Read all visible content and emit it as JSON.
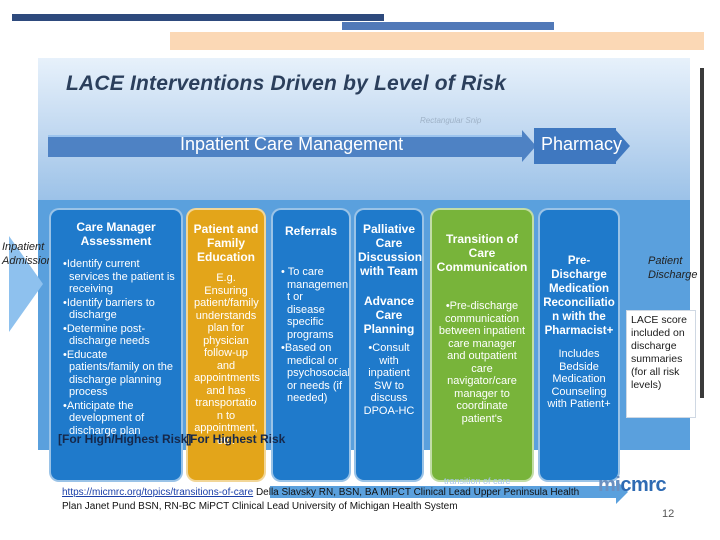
{
  "title": "LACE Interventions Driven by Level of Risk",
  "ghost_label": "Rectangular Snip",
  "arrows": {
    "main": "Inpatient Care Management",
    "pharmacy": "Pharmacy"
  },
  "side": {
    "left": "Inpatient Admission",
    "right": "Patient Discharge"
  },
  "note": "LACE score included on discharge summaries (for all risk levels)",
  "cards": {
    "care_manager": {
      "title": "Care Manager Assessment",
      "items": [
        "•Identify current services the patient is receiving",
        "•Identify barriers to discharge",
        "•Determine post-discharge needs",
        "•Educate patients/family on the discharge planning process",
        "•Anticipate the development of discharge plan"
      ]
    },
    "education": {
      "title": "Patient and Family Education",
      "text": "E.g. Ensuring patient/family understands plan for physician follow-up and appointments and has transportatio n to appointment, etc."
    },
    "referrals": {
      "title": "Referrals",
      "items": [
        "• To care managemen t or disease specific programs",
        "•Based on medical or psychosocial or needs (if needed)"
      ]
    },
    "palliative": {
      "title": "Palliative Care Discussion with Team",
      "sub": "Advance Care Planning",
      "items": [
        "•Consult with inpatient SW to discuss DPOA-HC"
      ]
    },
    "transition": {
      "title": "Transition of Care Communication",
      "text": "•Pre-discharge communication between inpatient care manager and outpatient care navigator/care manager to coordinate patient's"
    },
    "pharmacist": {
      "title": "Pre-Discharge Medication Reconciliatio n with the Pharmacist+",
      "text": "Includes Bedside Medication Counseling with Patient+"
    }
  },
  "risk": {
    "high": "[For High/Highest Risk]",
    "highest": "[For Highest Risk"
  },
  "bottom_ghost": "transition of care",
  "citation": {
    "link": "https://micmrc.org/topics/transitions-of-care",
    "text": " Della Slavsky RN, BSN, BA MiPCT Clinical Lead Upper Peninsula Health Plan Janet Pund BSN, RN-BC MiPCT Clinical Lead University of Michigan Health System"
  },
  "logo": {
    "mi": "mi",
    "rest": "cmrc"
  },
  "page_number": "12",
  "colors": {
    "navy": "#2e4a7d",
    "blue": "#1f7acb",
    "orange": "#e3a51a",
    "green": "#78b43a"
  }
}
